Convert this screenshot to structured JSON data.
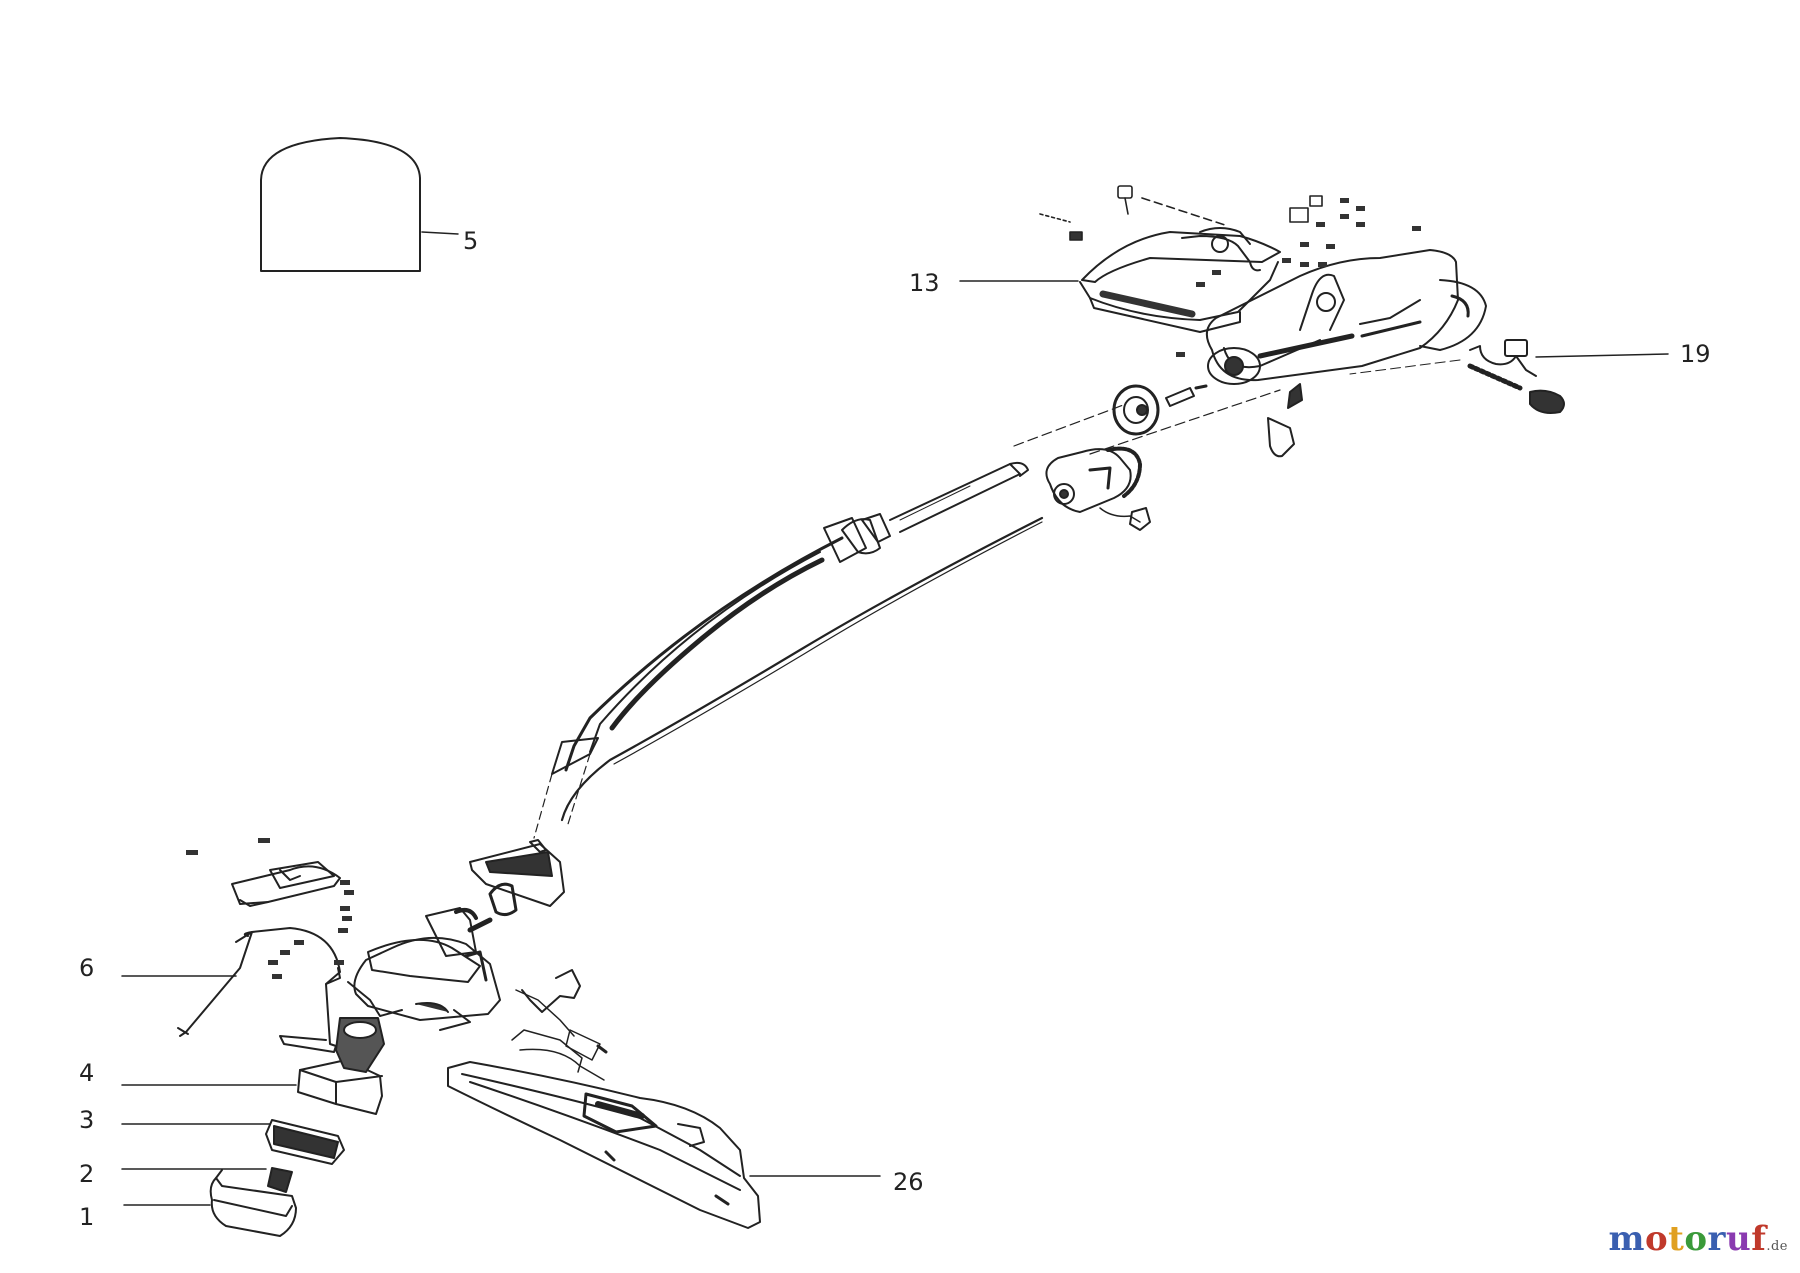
{
  "callouts": [
    {
      "id": "5",
      "label": "5"
    },
    {
      "id": "13",
      "label": "13"
    },
    {
      "id": "19",
      "label": "19"
    },
    {
      "id": "6",
      "label": "6"
    },
    {
      "id": "4",
      "label": "4"
    },
    {
      "id": "3",
      "label": "3"
    },
    {
      "id": "2",
      "label": "2"
    },
    {
      "id": "1",
      "label": "1"
    },
    {
      "id": "26",
      "label": "26"
    }
  ],
  "watermark": {
    "letters": [
      "m",
      "o",
      "t",
      "o",
      "r",
      "u",
      "f"
    ],
    "colors": [
      "#3a5fb0",
      "#c0392b",
      "#e0a020",
      "#3a9a3a",
      "#3a5fb0",
      "#8a3ab0",
      "#c0392b"
    ],
    "tld": ".de"
  }
}
